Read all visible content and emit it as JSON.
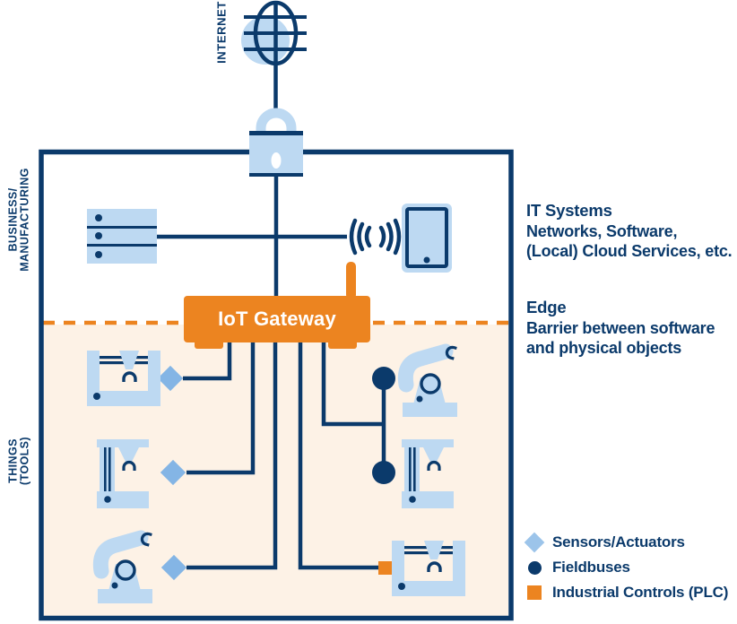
{
  "labels": {
    "internet": "INTERNET",
    "gateway": "IoT Gateway"
  },
  "zones": {
    "business": [
      "BUSINESS/",
      "MANUFACTURING"
    ],
    "things": [
      "THINGS",
      "(TOOLS)"
    ]
  },
  "annotations": {
    "it_systems": {
      "title": "IT Systems",
      "lines": [
        "Networks, Software,",
        "(Local) Cloud Services, etc."
      ]
    },
    "edge": {
      "title": "Edge",
      "lines": [
        "Barrier between software",
        "and physical objects"
      ]
    }
  },
  "legend": {
    "items": [
      {
        "marker": "sensor-diamond",
        "label": "Sensors/Actuators",
        "color": "#9cc4ea"
      },
      {
        "marker": "fieldbus-circle",
        "label": "Fieldbuses",
        "color": "#0b3a6b"
      },
      {
        "marker": "plc-square",
        "label": "Industrial Controls (PLC)",
        "color": "#ec8420"
      }
    ]
  },
  "colors": {
    "navy": "#0b3a6b",
    "light_blue": "#bdd9f2",
    "medium_blue": "#84b5e5",
    "orange": "#ec8420",
    "cream": "#fdf2e6",
    "gateway_text": "#ffffff",
    "background": "#ffffff"
  }
}
